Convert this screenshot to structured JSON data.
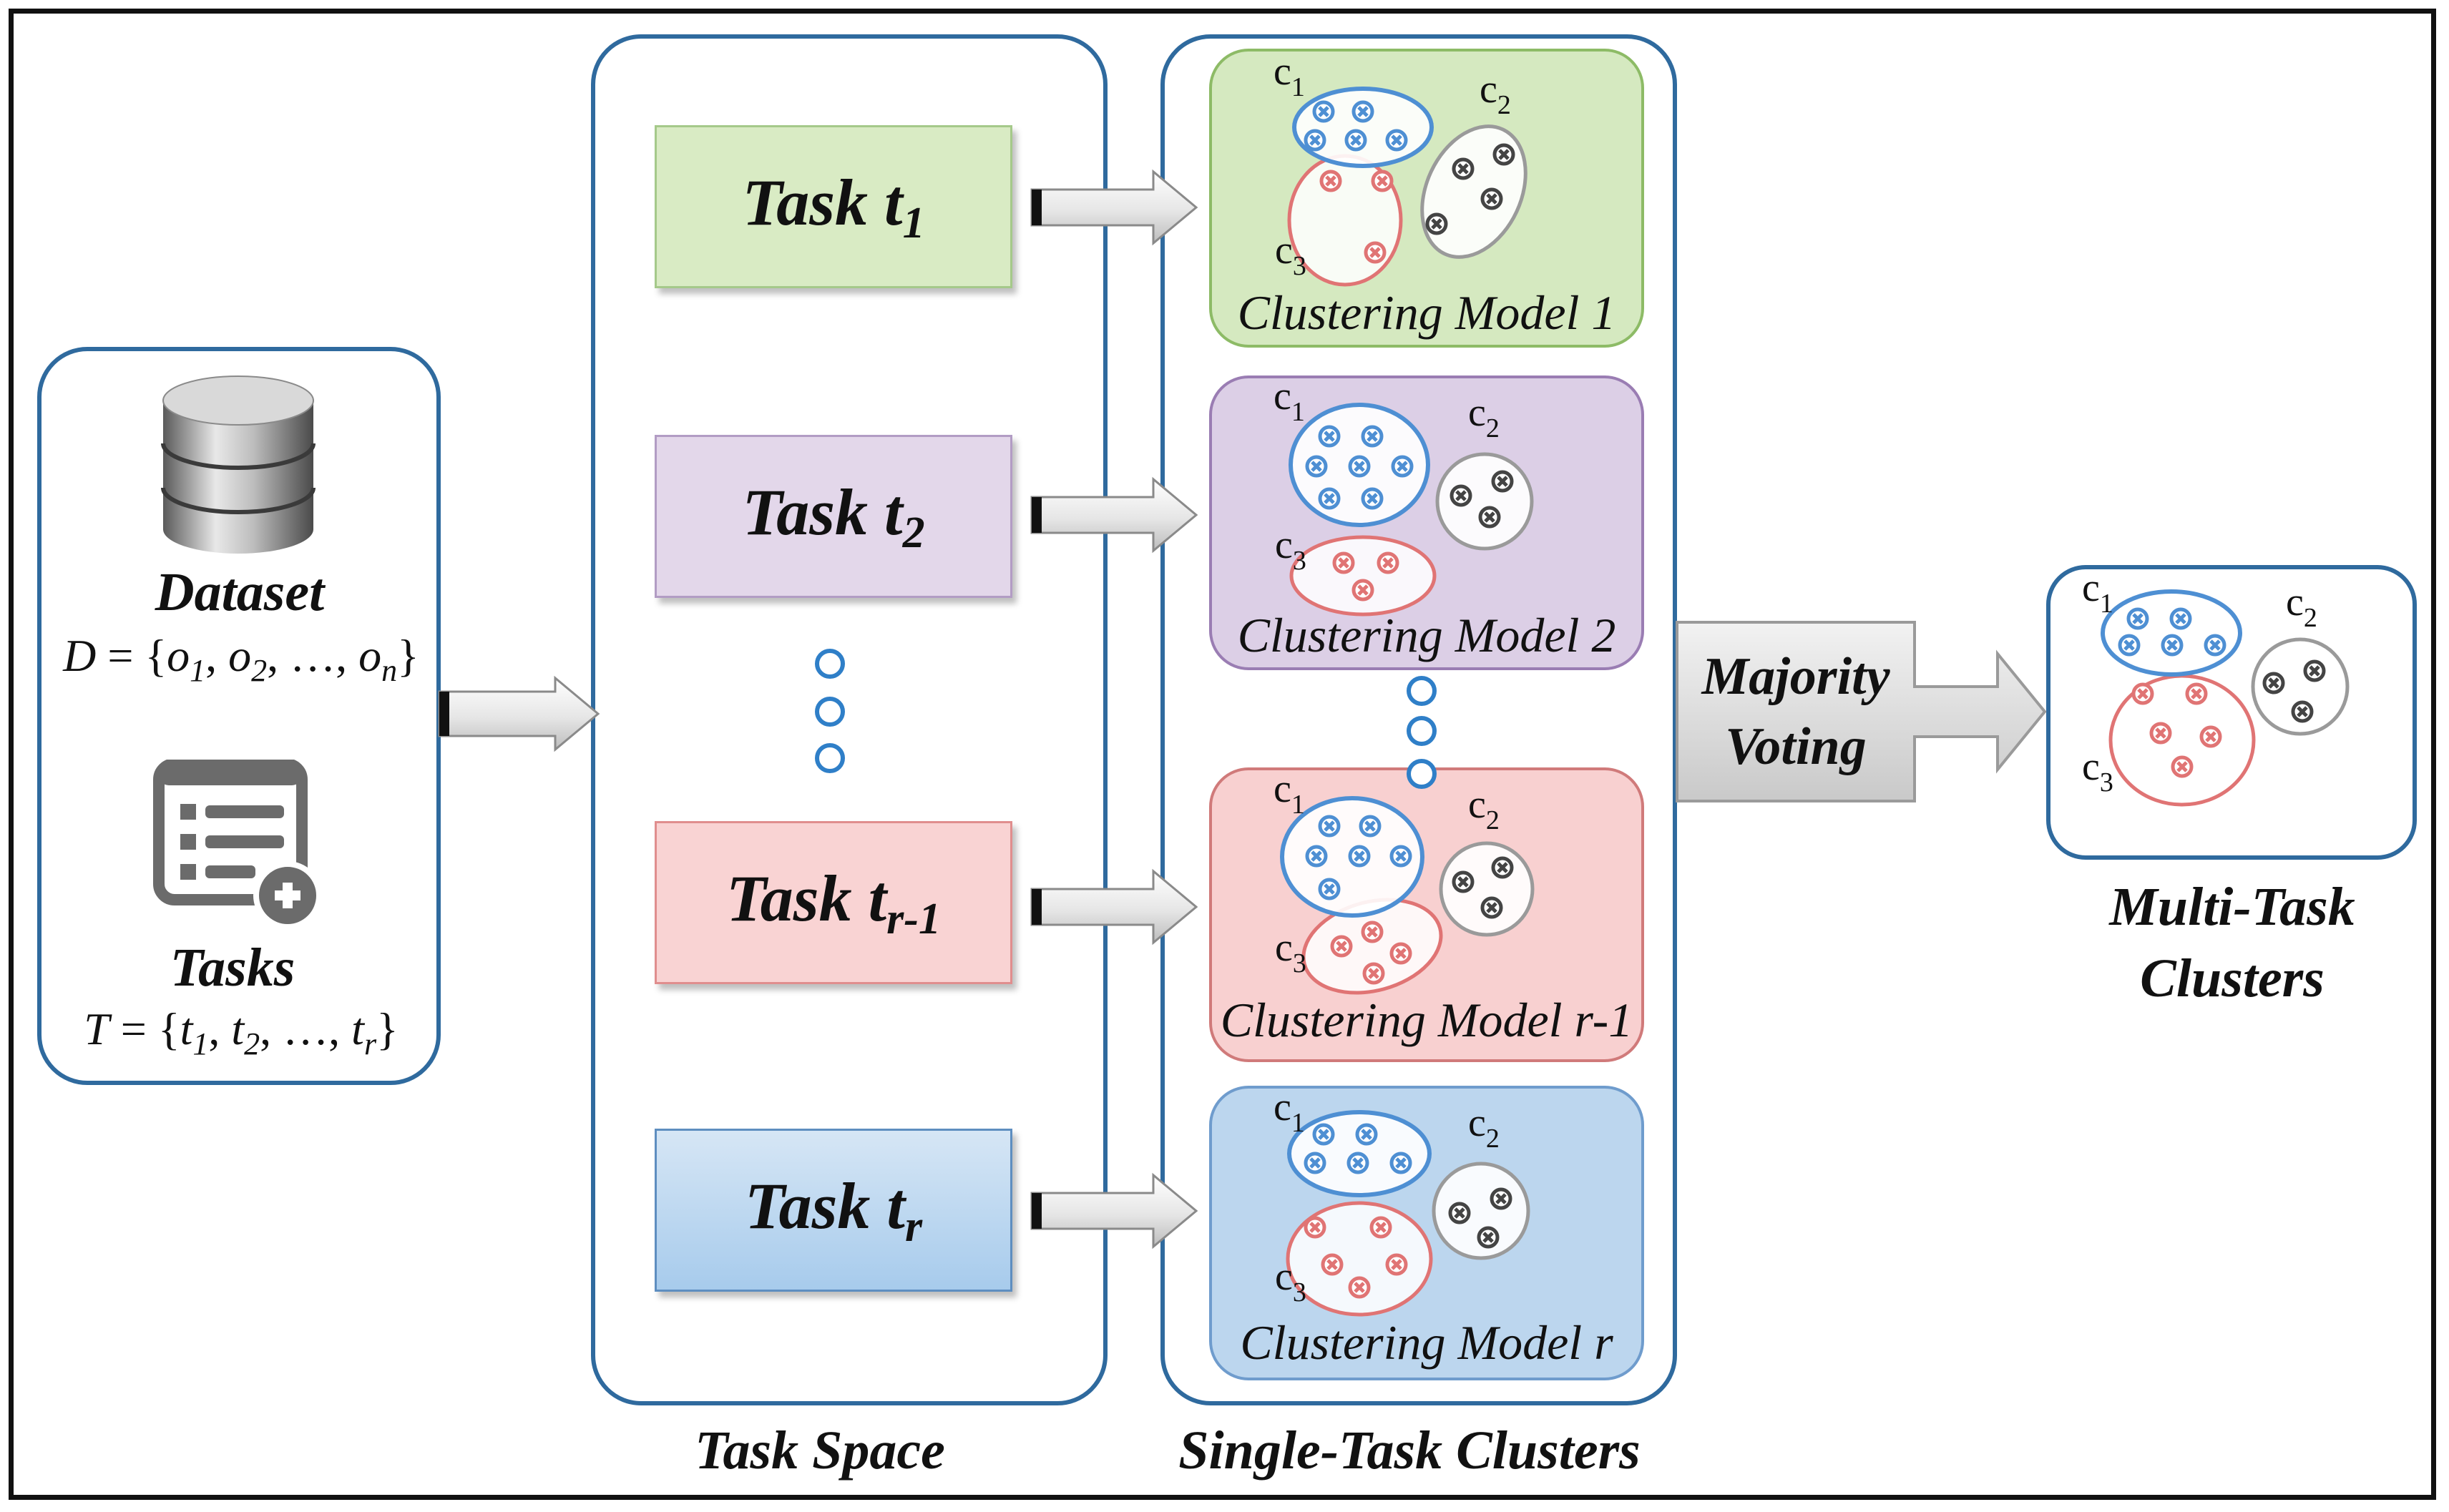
{
  "input": {
    "dataset_label": "Dataset",
    "dataset_formula": {
      "lhs": "D",
      "eq": " = {",
      "items": [
        [
          "o",
          "1"
        ],
        [
          "o",
          "2"
        ],
        [
          "…",
          ""
        ],
        [
          "o",
          "n"
        ]
      ],
      "close": "}"
    },
    "tasks_label": "Tasks",
    "tasks_formula": {
      "lhs": "T",
      "eq": " = {",
      "items": [
        [
          "t",
          "1"
        ],
        [
          "t",
          "2"
        ],
        [
          "…",
          ""
        ],
        [
          "t",
          "r"
        ]
      ],
      "close": "}"
    }
  },
  "task_space": {
    "caption": "Task Space",
    "tasks": [
      {
        "word": "Task t",
        "sub": "1",
        "color": "#d9ebc4"
      },
      {
        "word": "Task t",
        "sub": "2",
        "color": "#e3d7ea"
      },
      {
        "word": "Task t",
        "sub": "r-1",
        "color": "#f9d3d3"
      },
      {
        "word": "Task t",
        "sub": "r",
        "color": "#a7cbec"
      }
    ]
  },
  "single_task": {
    "caption": "Single-Task Clusters",
    "models": [
      {
        "caption": "Clustering Model 1",
        "color": "#d5e9c0",
        "border": "#8dbb66"
      },
      {
        "caption": "Clustering Model 2",
        "color": "#dccfe6",
        "border": "#9a7db3"
      },
      {
        "caption": "Clustering Model r-1",
        "color": "#f8d0d0",
        "border": "#d07a7a"
      },
      {
        "caption": "Clustering Model r",
        "color": "#bcd6ee",
        "border": "#6f9ccd"
      }
    ],
    "cluster_labels": {
      "c1": "1",
      "c2": "2",
      "c3": "3",
      "c": "c"
    }
  },
  "voting": {
    "line1": "Majority",
    "line2": "Voting"
  },
  "output": {
    "line1": "Multi-Task",
    "line2": "Clusters"
  },
  "colors": {
    "panel_border": "#2f6a9e",
    "blue_cluster": "#4e8fd3",
    "red_cluster": "#e07474",
    "gray_cluster": "#9a9a9a"
  }
}
